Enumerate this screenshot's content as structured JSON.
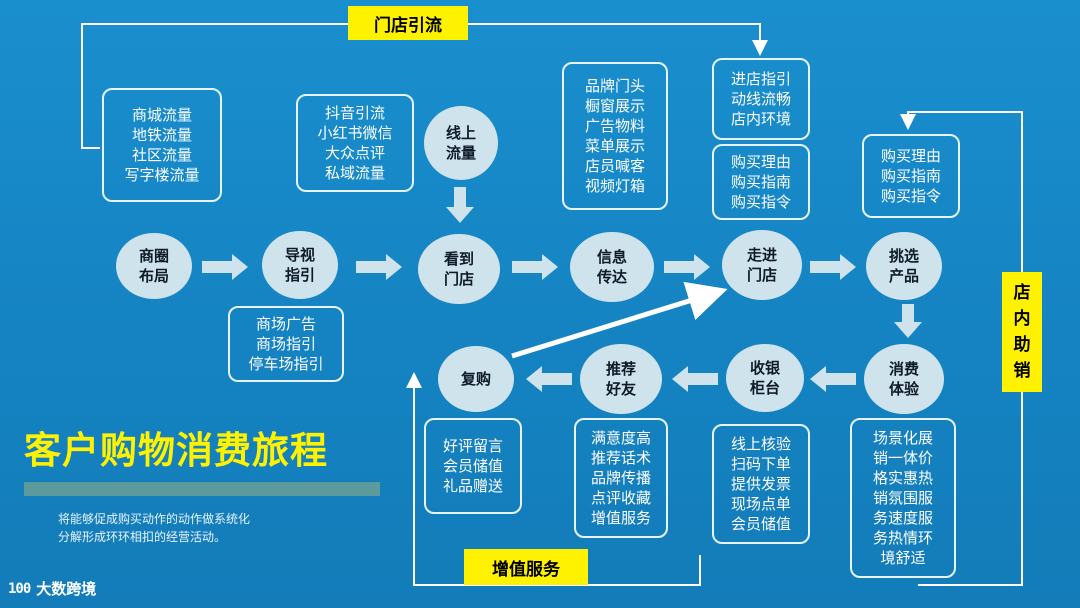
{
  "title": "客户购物消费旅程",
  "subtitle": [
    "将能够促成购买动作的动作做系统化",
    "分解形成环环相扣的经营活动。"
  ],
  "logo_text": "大数跨境",
  "logo_mark": "100",
  "tags": {
    "top": "门店引流",
    "right": [
      "店",
      "内",
      "助",
      "销"
    ],
    "bottom": "增值服务"
  },
  "nodes": {
    "shangquan": "商圈\n布局",
    "daoshi": "导视\n指引",
    "kandao": "看到\n门店",
    "xinxi": "信息\n传达",
    "zoujin": "走进\n门店",
    "tiaoxuan": "挑选\n产品",
    "xianshang": "线上\n流量",
    "xiaofei": "消费\n体验",
    "shouyin": "收银\n柜台",
    "tuijian": "推荐\n好友",
    "fugou": "复购"
  },
  "boxes": {
    "traffic": [
      "商城流量",
      "地铁流量",
      "社区流量",
      "写字楼流量"
    ],
    "online": [
      "抖音引流",
      "小红书微信",
      "大众点评",
      "私域流量"
    ],
    "brand": [
      "品牌门头",
      "橱窗展示",
      "广告物料",
      "菜单展示",
      "店员喊客",
      "视频灯箱"
    ],
    "entry": [
      "进店指引",
      "动线流畅",
      "店内环境"
    ],
    "buy_mid": [
      "购买理由",
      "购买指南",
      "购买指令"
    ],
    "buy_right": [
      "购买理由",
      "购买指南",
      "购买指令"
    ],
    "guide": [
      "商场广告",
      "商场指引",
      "停车场指引"
    ],
    "repeat": [
      "好评留言",
      "会员储值",
      "礼品赠送"
    ],
    "referral": [
      "满意度高",
      "推荐话术",
      "品牌传播",
      "点评收藏",
      "增值服务"
    ],
    "checkout": [
      "线上核验",
      "扫码下单",
      "提供发票",
      "现场点单",
      "会员储值"
    ],
    "experience": [
      "场景化展",
      "销一体价",
      "格实惠热",
      "销氛围服",
      "务速度服",
      "务热情环",
      "境舒适"
    ]
  }
}
